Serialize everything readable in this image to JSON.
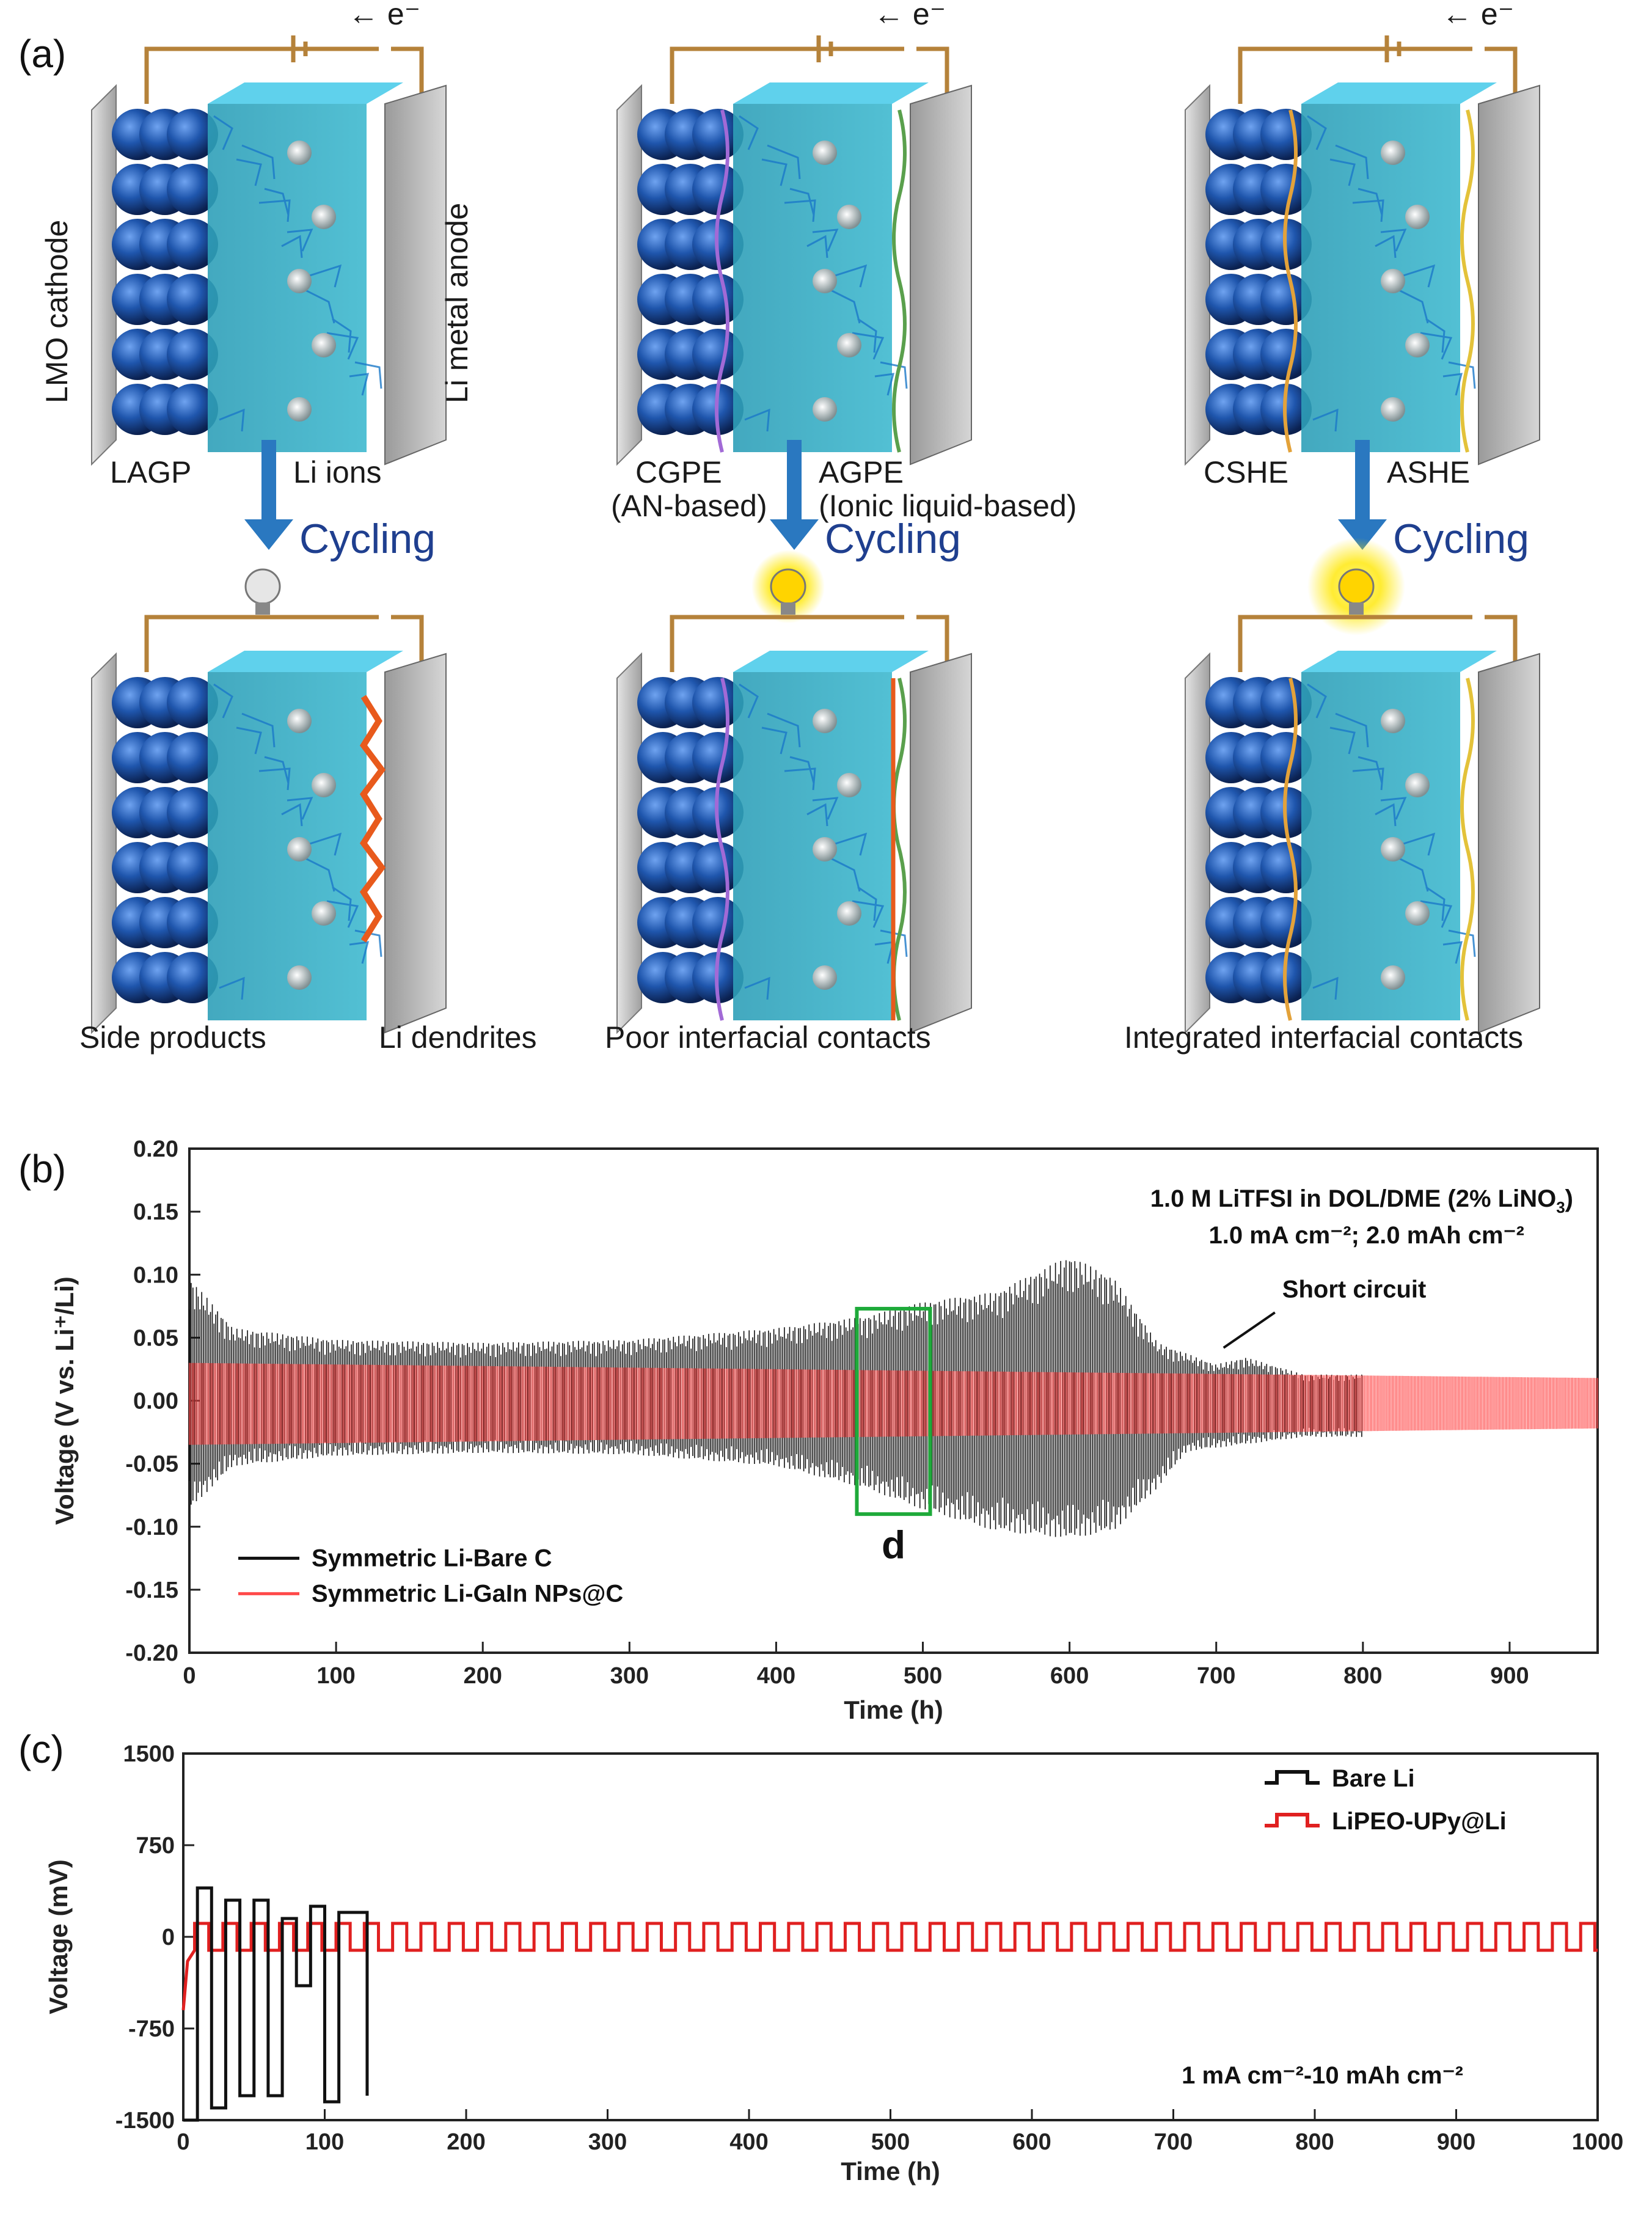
{
  "panel_a": {
    "panel_label": "(a)",
    "electron_label": "← e⁻",
    "cells": [
      {
        "top_left_label": "LAGP",
        "top_right_label": "Li ions",
        "cycling_label": "Cycling",
        "bottom_label": "Side products",
        "bottom_label_2": "Li dendrites",
        "cathode_label": "LMO cathode",
        "anode_label": "Li metal anode",
        "bulb": "dim"
      },
      {
        "top_left_label": "CGPE",
        "top_left_sub": "(AN-based)",
        "top_right_label": "AGPE",
        "top_right_sub": "(Ionic liquid-based)",
        "cycling_label": "Cycling",
        "bottom_label": "Poor interfacial contacts",
        "bulb": "lit"
      },
      {
        "top_left_label": "CSHE",
        "top_right_label": "ASHE",
        "cycling_label": "Cycling",
        "bottom_label": "Integrated interfacial contacts",
        "bulb": "bright"
      }
    ],
    "colors": {
      "electrolyte": "#3fb7cf",
      "cathode_sphere": "#1c4fa3",
      "anode": "#8a8a8a",
      "wire": "#b5823a",
      "arrow": "#2a78c0"
    }
  },
  "chart_data": [
    {
      "panel_label": "(b)",
      "type": "line",
      "xlabel": "Time (h)",
      "ylabel": "Voltage (V vs. Li⁺/Li)",
      "xlim": [
        0,
        960
      ],
      "ylim": [
        -0.2,
        0.2
      ],
      "xticks": [
        0,
        100,
        200,
        300,
        400,
        500,
        600,
        700,
        800,
        900
      ],
      "yticks": [
        -0.2,
        -0.15,
        -0.1,
        -0.05,
        0.0,
        0.05,
        0.1,
        0.15,
        0.2
      ],
      "annotation_1": "1.0 M LiTFSI in DOL/DME (2% LiNO",
      "annotation_1_sub": "3",
      "annotation_1_end": ")",
      "annotation_2": "1.0 mA cm⁻²; 2.0 mAh cm⁻²",
      "short_circuit_label": "Short circuit",
      "box_label": "d",
      "box_x": [
        455,
        505
      ],
      "box_y": [
        -0.09,
        0.073
      ],
      "legend_position": "bottom-left",
      "series": [
        {
          "name": "Symmetric Li-Bare C",
          "color": "#111111",
          "x_end": 800,
          "envelope": [
            [
              0,
              0.085
            ],
            [
              30,
              0.05
            ],
            [
              100,
              0.042
            ],
            [
              200,
              0.04
            ],
            [
              300,
              0.042
            ],
            [
              400,
              0.05
            ],
            [
              460,
              0.058
            ],
            [
              500,
              0.068
            ],
            [
              550,
              0.075
            ],
            [
              600,
              0.1
            ],
            [
              630,
              0.085
            ],
            [
              660,
              0.04
            ],
            [
              700,
              0.025
            ],
            [
              720,
              0.03
            ],
            [
              760,
              0.018
            ],
            [
              800,
              0.018
            ]
          ],
          "envelope_low": [
            [
              0,
              -0.075
            ],
            [
              30,
              -0.045
            ],
            [
              100,
              -0.038
            ],
            [
              200,
              -0.036
            ],
            [
              300,
              -0.037
            ],
            [
              400,
              -0.045
            ],
            [
              460,
              -0.06
            ],
            [
              500,
              -0.075
            ],
            [
              550,
              -0.09
            ],
            [
              600,
              -0.095
            ],
            [
              630,
              -0.09
            ],
            [
              660,
              -0.06
            ],
            [
              680,
              -0.035
            ],
            [
              720,
              -0.03
            ],
            [
              760,
              -0.025
            ],
            [
              800,
              -0.025
            ]
          ]
        },
        {
          "name": "Symmetric Li-GaIn NPs@C",
          "color": "#ff4a4a",
          "x_end": 960,
          "envelope": [
            [
              0,
              0.03
            ],
            [
              960,
              0.018
            ]
          ],
          "envelope_low": [
            [
              0,
              -0.035
            ],
            [
              960,
              -0.022
            ]
          ]
        }
      ]
    },
    {
      "panel_label": "(c)",
      "type": "line",
      "xlabel": "Time (h)",
      "ylabel": "Voltage (mV)",
      "xlim": [
        0,
        1000
      ],
      "ylim": [
        -1500,
        1500
      ],
      "xticks": [
        0,
        100,
        200,
        300,
        400,
        500,
        600,
        700,
        800,
        900,
        1000
      ],
      "yticks": [
        -1500,
        -750,
        0,
        750,
        1500
      ],
      "annotation": "1 mA cm⁻²-10 mAh cm⁻²",
      "annotation_color": "#2222cc",
      "legend_position": "top-right",
      "series": [
        {
          "name": "Bare Li",
          "color": "#111111",
          "x_end": 130,
          "cycle_period_h": 20,
          "segments": [
            [
              0,
              -1500
            ],
            [
              10,
              400
            ],
            [
              20,
              -1400
            ],
            [
              30,
              300
            ],
            [
              40,
              -1300
            ],
            [
              50,
              300
            ],
            [
              60,
              -1300
            ],
            [
              70,
              150
            ],
            [
              80,
              -400
            ],
            [
              90,
              250
            ],
            [
              100,
              -1350
            ],
            [
              110,
              200
            ],
            [
              130,
              -1300
            ]
          ]
        },
        {
          "name": "LiPEO-UPy@Li",
          "color": "#e02020",
          "x_end": 1000,
          "cycle_period_h": 20,
          "amplitude_mv": 110
        }
      ]
    }
  ]
}
